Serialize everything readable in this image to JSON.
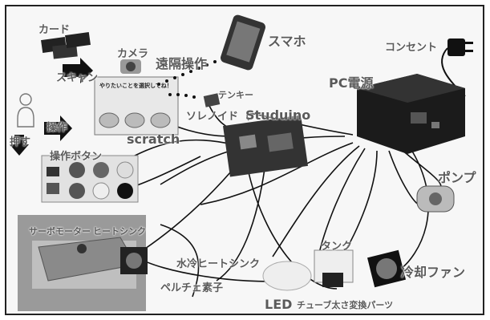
{
  "labels": {
    "card": "カード",
    "scan": "スキャン",
    "camera": "カメラ",
    "remote": "遠隔操作",
    "smartphone": "スマホ",
    "outlet": "コンセント",
    "pc_power": "PC電源",
    "tenkey": "テンキー",
    "solenoid": "ソレノイド",
    "studuino": "Studuino",
    "operation": "操作",
    "push": "押す",
    "scratch": "scratch",
    "buttons": "操作ボタン",
    "pump": "ポンプ",
    "tank": "タンク",
    "water_heatsink": "水冷ヒートシンク",
    "peltier": "ペルチェ素子",
    "led": "LED",
    "tube_adapter": "チューブ太さ変換パーツ",
    "cooling_fan": "冷却ファン",
    "servo": "サーボモーター",
    "heatsink": "ヒートシンク",
    "screen_text": "やりたいことを選択してね！"
  }
}
